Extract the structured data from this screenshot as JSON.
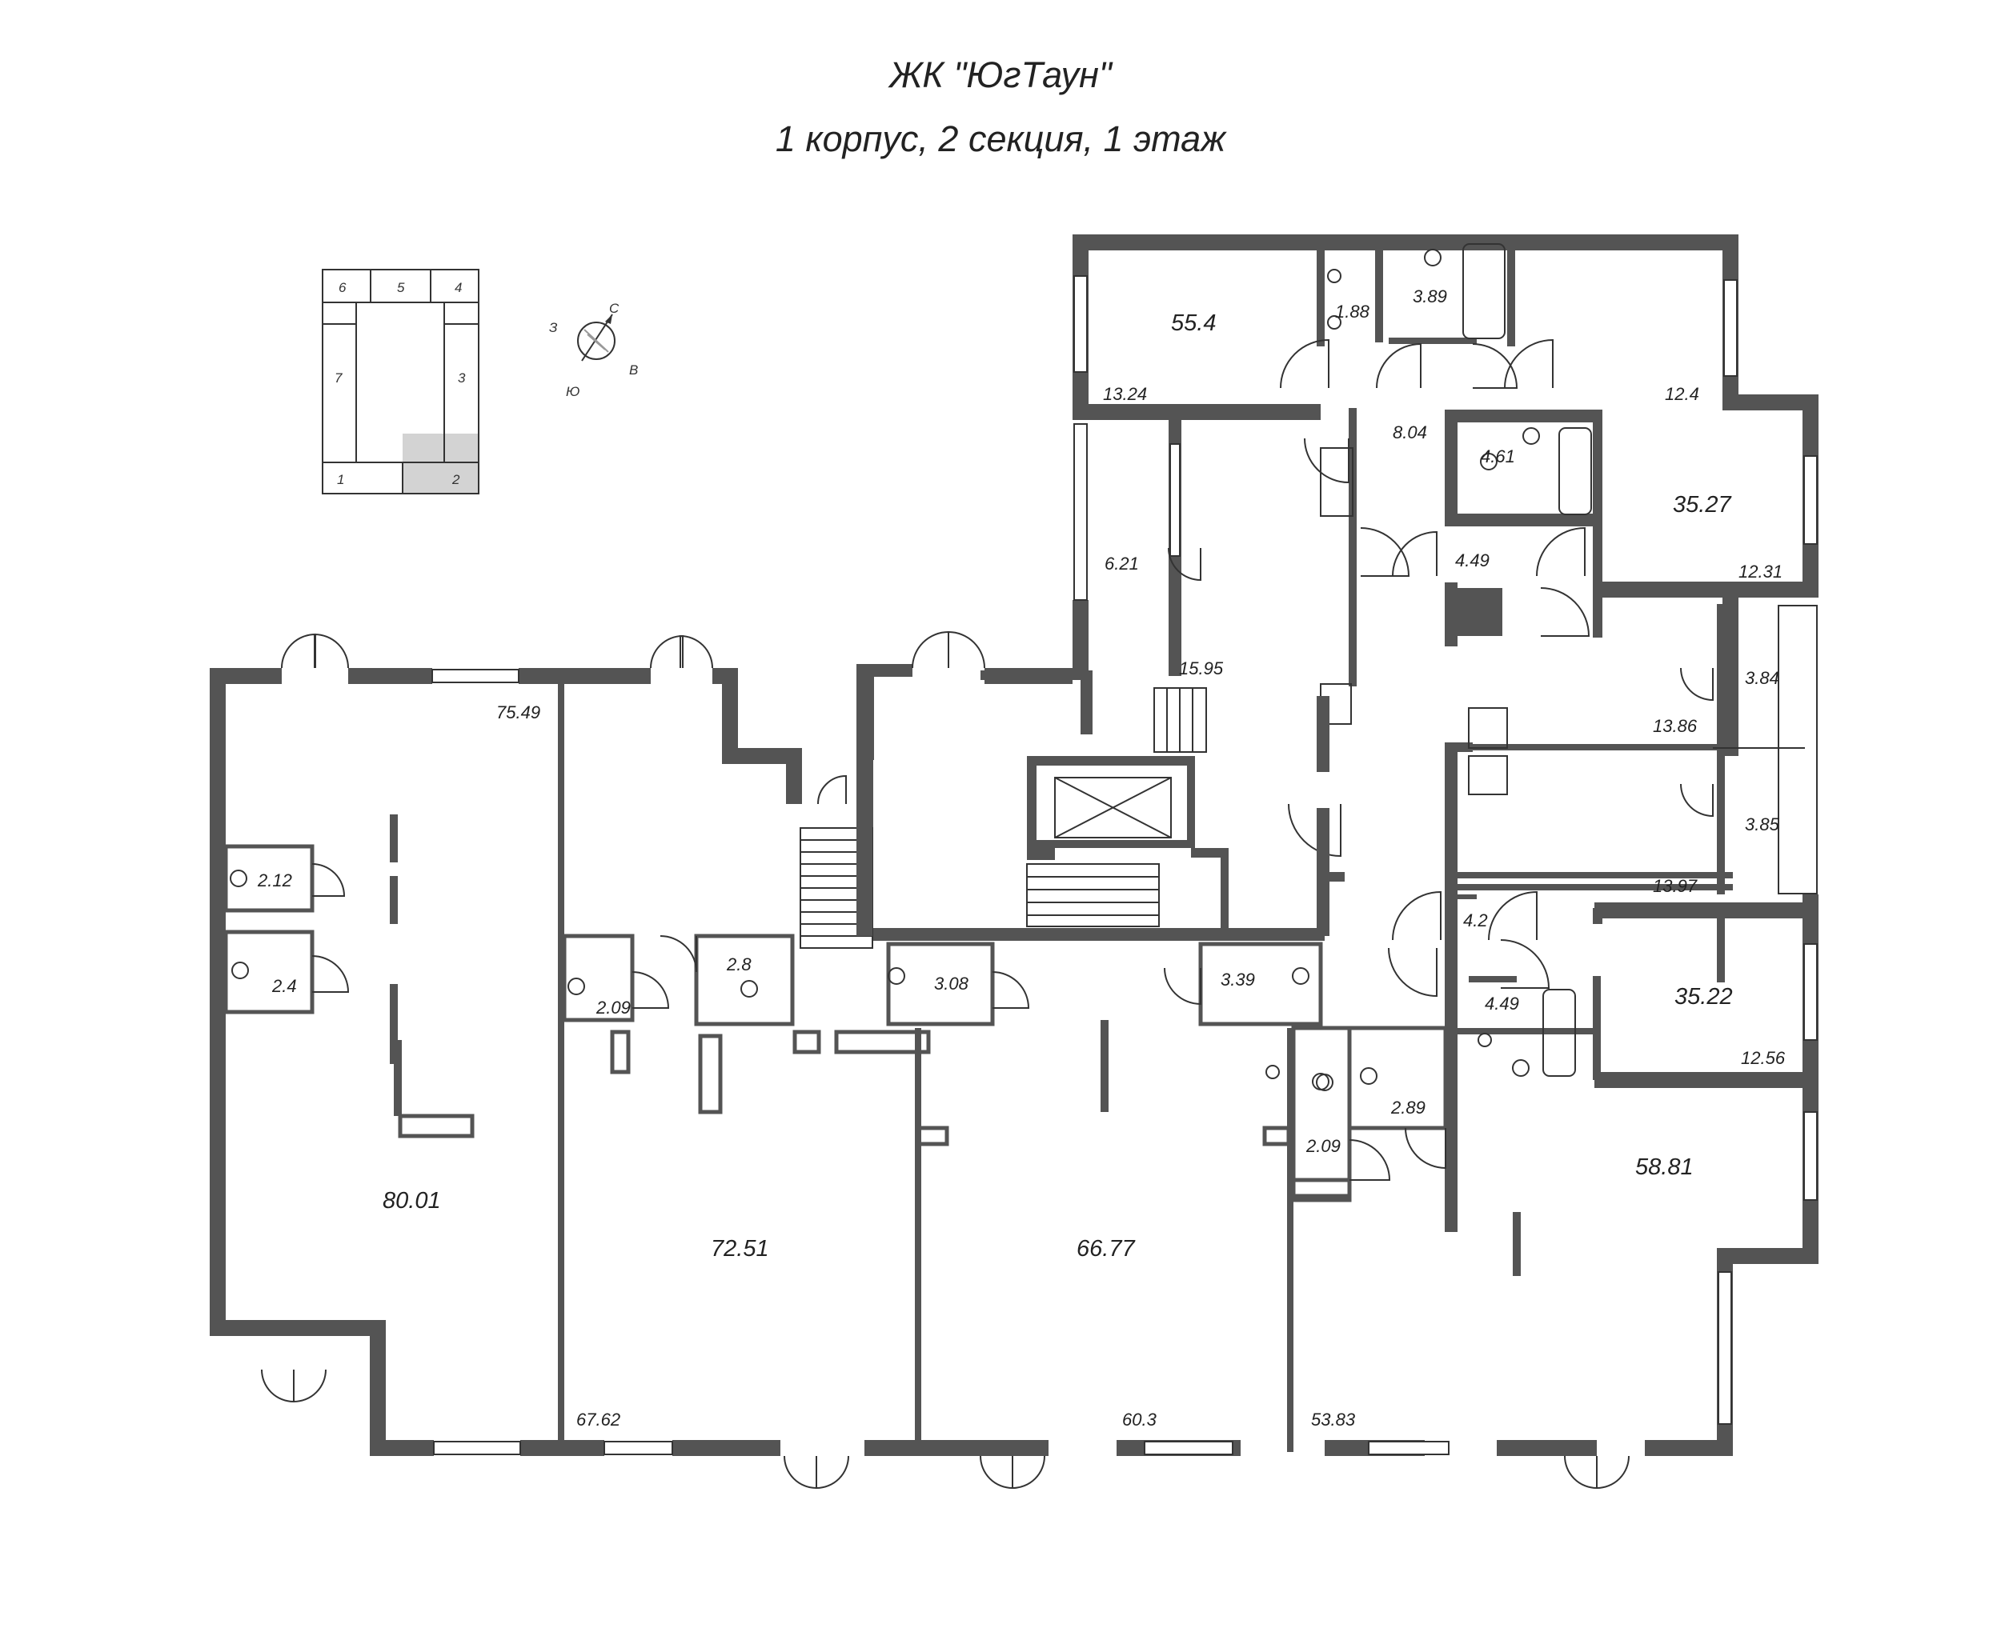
{
  "header": {
    "complex_name": "ЖК \"ЮгТаун\"",
    "floor_info": "1 корпус, 2 секция, 1 этаж"
  },
  "compass": {
    "north": "С",
    "east": "В",
    "south": "Ю",
    "west": "З"
  },
  "section_key": {
    "sections": [
      "1",
      "2",
      "3",
      "4",
      "5",
      "6",
      "7"
    ],
    "highlighted": "2",
    "highlight_color": "#d3d3d3"
  },
  "rooms": {
    "r_55_4": "55.4",
    "r_13_24": "13.24",
    "r_1_88": "1.88",
    "r_3_89": "3.89",
    "r_12_4": "12.4",
    "r_8_04": "8.04",
    "r_4_61": "4.61",
    "r_35_27": "35.27",
    "r_6_21": "6.21",
    "r_4_49a": "4.49",
    "r_12_31": "12.31",
    "r_15_95": "15.95",
    "r_3_84": "3.84",
    "r_13_86": "13.86",
    "r_3_85": "3.85",
    "r_13_97": "13.97",
    "r_4_2": "4.2",
    "r_35_22": "35.22",
    "r_4_49b": "4.49",
    "r_12_56": "12.56",
    "r_75_49": "75.49",
    "r_2_12": "2.12",
    "r_2_4": "2.4",
    "r_2_09a": "2.09",
    "r_2_8": "2.8",
    "r_3_08": "3.08",
    "r_3_39": "3.39",
    "r_2_89": "2.89",
    "r_2_09b": "2.09",
    "r_58_81": "58.81",
    "r_80_01": "80.01",
    "r_72_51": "72.51",
    "r_66_77": "66.77",
    "r_67_62": "67.62",
    "r_60_3": "60.3",
    "r_53_83": "53.83"
  },
  "colors": {
    "wall": "#545454",
    "background": "#ffffff"
  }
}
